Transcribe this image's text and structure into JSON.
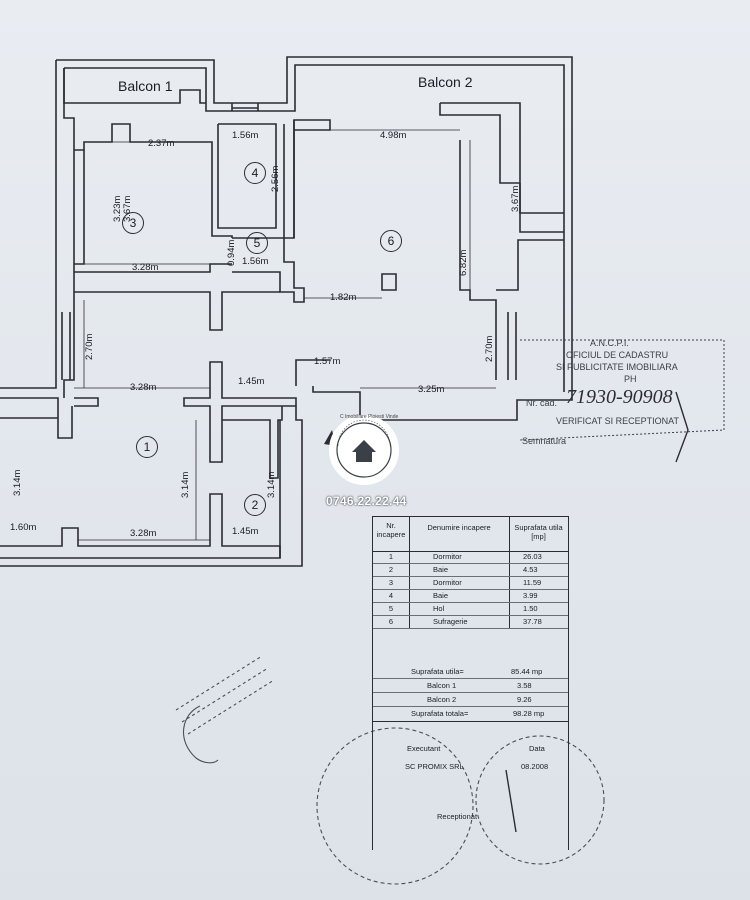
{
  "plan": {
    "balcony_1": "Balcon 1",
    "balcony_2": "Balcon 2",
    "rooms": [
      "1",
      "2",
      "3",
      "4",
      "5",
      "6"
    ],
    "dimensions": {
      "d_2_37": "2.37m",
      "d_1_56_top": "1.56m",
      "d_4_98": "4.98m",
      "d_3_23": "3.23m",
      "d_3_67_left": "3.67m",
      "d_2_56": "2.56m",
      "d_3_67_right": "3.67m",
      "d_0_94": "0.94m",
      "d_6_82": "6.82m",
      "d_3_28_a": "3.28m",
      "d_1_56_b": "1.56m",
      "d_1_82": "1.82m",
      "d_2_70_left": "2.70m",
      "d_1_57": "1.57m",
      "d_2_70_right": "2.70m",
      "d_3_28_b": "3.28m",
      "d_1_45_a": "1.45m",
      "d_3_25": "3.25m",
      "d_3_14_a": "3.14m",
      "d_3_14_b": "3.14m",
      "d_3_14_c": "3.14m",
      "d_1_60": "1.60m",
      "d_3_28_c": "3.28m",
      "d_1_45_b": "1.45m"
    }
  },
  "logo": {
    "phone": "0746.22.22.44",
    "ring_text": "C Imobiliare Ploiesti Vinde"
  },
  "cadastre_stamp": {
    "line1": "A.N.C.P.I.",
    "line2": "OFICIUL DE CADASTRU",
    "line3": "SI PUBLICITATE IMOBILIARA",
    "line4": "PH",
    "nr_label": "Nr. cad.",
    "number": "71930-90908",
    "verified": "VERIFICAT SI RECEPTIONAT",
    "sub": "Semnatura"
  },
  "table": {
    "col_nr": "Nr. incapere",
    "col_name": "Denumire incapere",
    "col_area": "Suprafata utila [mp]",
    "rows": [
      {
        "nr": "1",
        "name": "Dormitor",
        "area": "26.03"
      },
      {
        "nr": "2",
        "name": "Baie",
        "area": "4.53"
      },
      {
        "nr": "3",
        "name": "Dormitor",
        "area": "11.59"
      },
      {
        "nr": "4",
        "name": "Baie",
        "area": "3.99"
      },
      {
        "nr": "5",
        "name": "Hol",
        "area": "1.50"
      },
      {
        "nr": "6",
        "name": "Sufragerie",
        "area": "37.78"
      }
    ],
    "totals": [
      {
        "label": "Suprafata utila=",
        "value": "85.44 mp"
      },
      {
        "label": "Balcon 1",
        "value": "3.58"
      },
      {
        "label": "Balcon 2",
        "value": "9.26"
      },
      {
        "label": "Suprafata totala=",
        "value": "98.28 mp"
      }
    ]
  },
  "signature": {
    "drawn_by_label": "Executant",
    "date_label": "Data",
    "company": "SC PROMIX SRL",
    "date": "08.2008",
    "received_label": "Receptionat"
  }
}
